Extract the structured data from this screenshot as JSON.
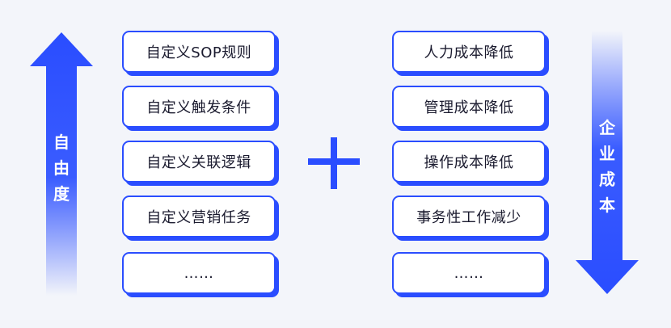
{
  "left_arrow": {
    "label": "自由度",
    "direction": "up"
  },
  "left_items": [
    "自定义SOP规则",
    "自定义触发条件",
    "自定义关联逻辑",
    "自定义营销任务",
    "……"
  ],
  "operator": "+",
  "right_items": [
    "人力成本降低",
    "管理成本降低",
    "操作成本降低",
    "事务性工作减少",
    "……"
  ],
  "right_arrow": {
    "label": "企业成本",
    "direction": "down"
  },
  "colors": {
    "accent": "#2a4dff",
    "background": "#f3f5fa",
    "card": "#ffffff"
  }
}
